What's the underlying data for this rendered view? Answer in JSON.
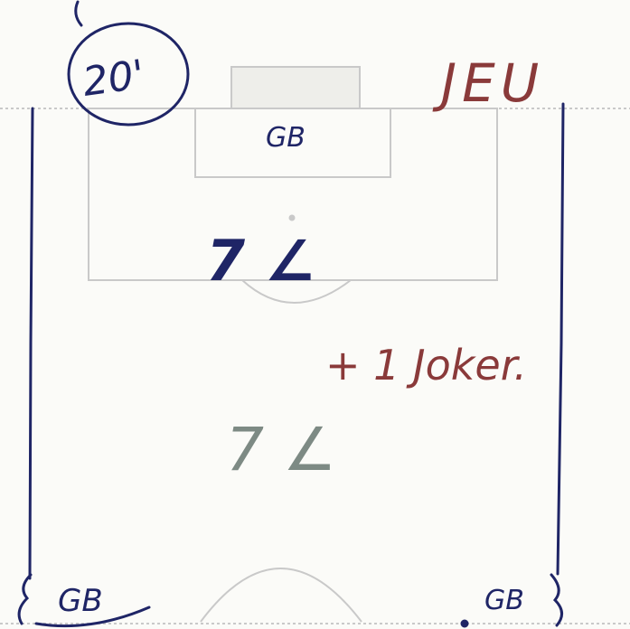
{
  "colors": {
    "paper": "#fbfbf8",
    "field_lines": "#c9c9c9",
    "blue_ink": "#1f2566",
    "red_ink": "#8a3a3a",
    "pencil": "#7d8a84"
  },
  "labels": {
    "time": "20'",
    "game": "JEU",
    "top_gk": "GB",
    "team_a": "7 ∠",
    "joker": "+ 1 Joker.",
    "team_b": "7 ∠",
    "bottom_left_gk": "GB",
    "bottom_right_gk": "GB"
  }
}
